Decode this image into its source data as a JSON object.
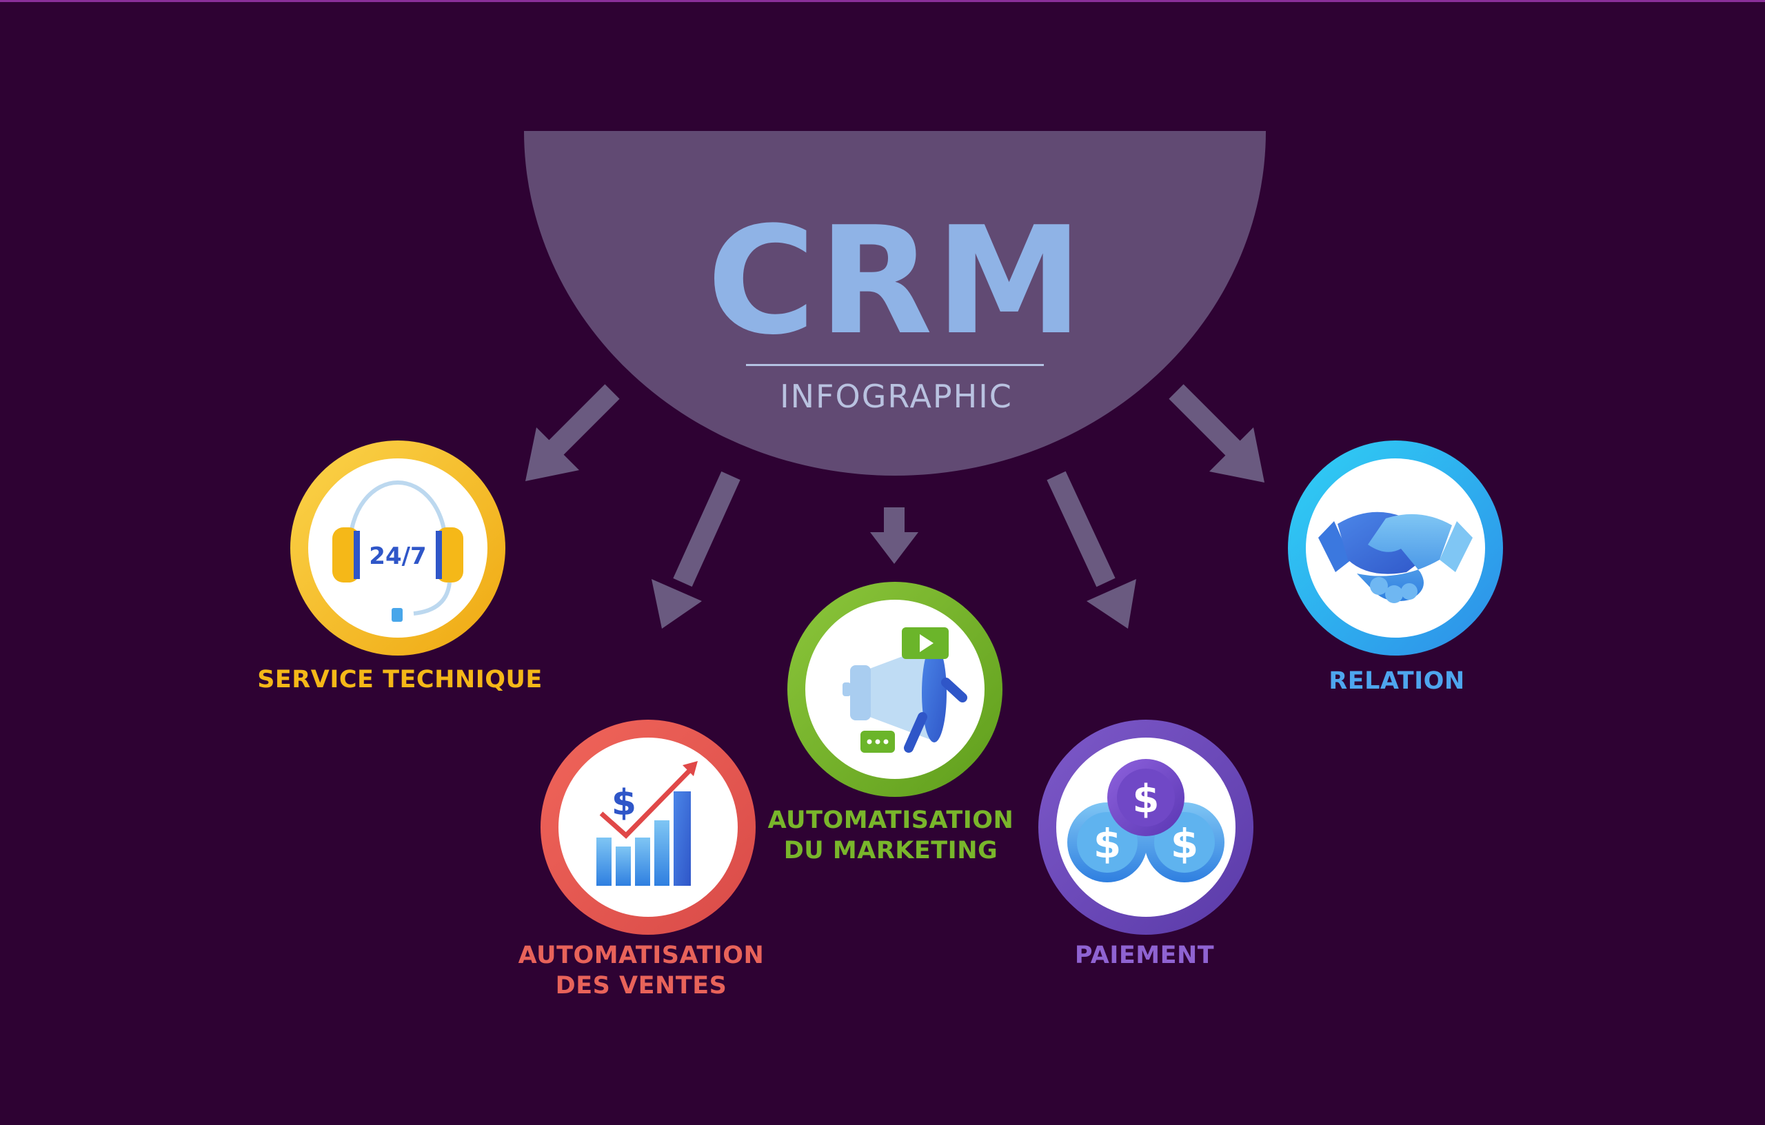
{
  "header": {
    "title": "CRM",
    "subtitle": "INFOGRAPHIC"
  },
  "nodes": [
    {
      "id": "service",
      "line1": "SERVICE TECHNIQUE",
      "line2": "",
      "icon": "headset-24-7-icon",
      "color": "#f5b818",
      "badge": "24/7"
    },
    {
      "id": "ventes",
      "line1": "AUTOMATISATION",
      "line2": "DES VENTES",
      "icon": "sales-chart-icon",
      "color": "#e8635a"
    },
    {
      "id": "marketing",
      "line1": "AUTOMATISATION",
      "line2": "DU MARKETING",
      "icon": "megaphone-icon",
      "color": "#79b62b"
    },
    {
      "id": "paiement",
      "line1": "PAIEMENT",
      "line2": "",
      "icon": "dollar-coins-icon",
      "color": "#8f63d2"
    },
    {
      "id": "relation",
      "line1": "RELATION",
      "line2": "",
      "icon": "handshake-icon",
      "color": "#4ea6ee"
    }
  ],
  "colors": {
    "background": "#2e0233",
    "hub": "#614a73",
    "arrow": "#6a5a80",
    "title": "#8fb3e6"
  }
}
